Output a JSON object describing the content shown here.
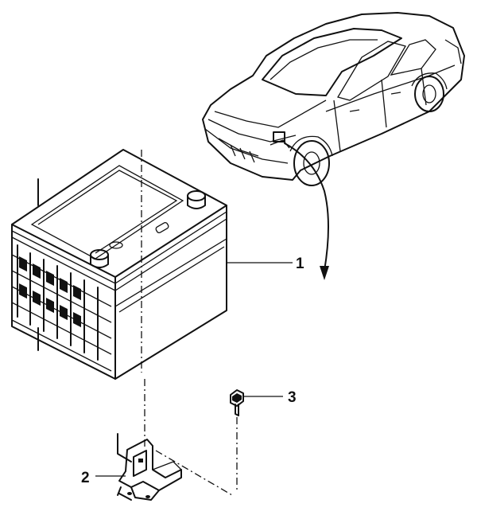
{
  "callouts": [
    {
      "id": "battery",
      "number": "1"
    },
    {
      "id": "hold-down-bracket",
      "number": "2"
    },
    {
      "id": "bolt",
      "number": "3"
    }
  ],
  "colors": {
    "ink": "#111111",
    "background": "#ffffff"
  }
}
